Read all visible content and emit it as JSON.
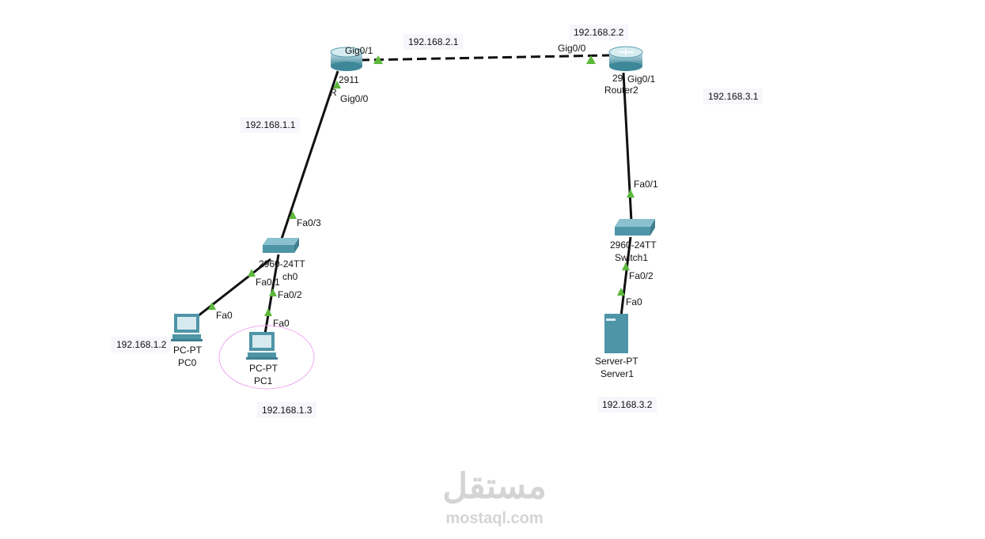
{
  "devices": {
    "router0": {
      "model": "2911",
      "name": "R",
      "ports": [
        "Gig0/1",
        "Gig0/0"
      ]
    },
    "router2": {
      "model": "29",
      "name": "Router2",
      "ports": [
        "Gig0/0",
        "Gig0/1"
      ]
    },
    "switch0": {
      "model": "2960-24TT",
      "name": "ch0",
      "ports": [
        "Fa0/3",
        "Fa0/1",
        "Fa0/2"
      ]
    },
    "switch1": {
      "model": "2960-24TT",
      "name": "Switch1",
      "ports": [
        "Fa0/1",
        "Fa0/2"
      ]
    },
    "pc0": {
      "model": "PC-PT",
      "name": "PC0",
      "port": "Fa0"
    },
    "pc1": {
      "model": "PC-PT",
      "name": "PC1",
      "port": "Fa0"
    },
    "server1": {
      "model": "Server-PT",
      "name": "Server1",
      "port": "Fa0"
    }
  },
  "ip_notes": [
    "192.168.2.1",
    "192.168.2.2",
    "192.168.1.1",
    "192.168.3.1",
    "192.168.1.2",
    "192.168.1.3",
    "192.168.3.2"
  ],
  "watermark": {
    "arabic": "مستقل",
    "latin": "mostaql.com"
  },
  "colors": {
    "link": "#111111",
    "link_up": "#5cb83c",
    "device": "#5a9fb0",
    "selection": "#f0a8f0"
  }
}
